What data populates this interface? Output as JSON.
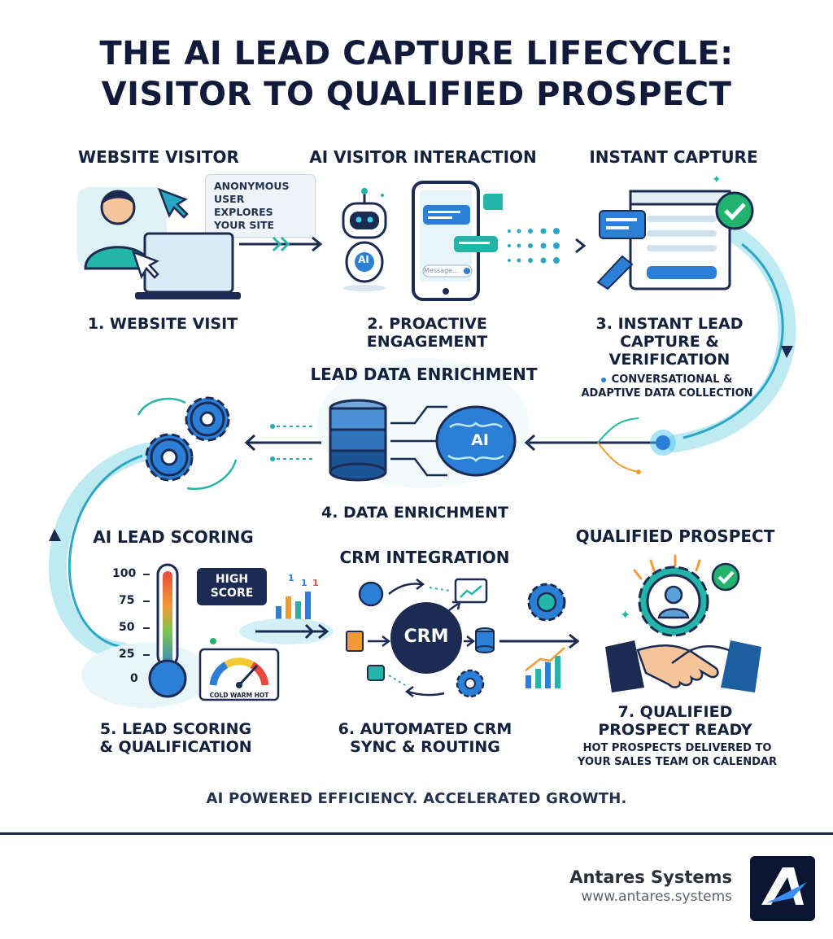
{
  "title": {
    "line1": "THE AI LEAD CAPTURE LIFECYCLE:",
    "line2": "VISITOR TO QUALIFIED PROSPECT"
  },
  "stages": {
    "visitor": {
      "header": "WEBSITE VISITOR",
      "bubble": [
        "ANONYMOUS",
        "USER EXPLORES",
        "YOUR SITE"
      ],
      "step": "1. WEBSITE VISIT"
    },
    "interaction": {
      "header": "AI VISITOR INTERACTION",
      "robot_label": "AI",
      "input_placeholder": "Message...",
      "step": [
        "2. PROACTIVE",
        "ENGAGEMENT"
      ]
    },
    "capture": {
      "header": "INSTANT CAPTURE",
      "step": [
        "3. INSTANT LEAD",
        "CAPTURE &",
        "VERIFICATION"
      ],
      "note": [
        "CONVERSATIONAL &",
        "ADAPTIVE DATA COLLECTION"
      ]
    },
    "enrichment": {
      "header": "LEAD DATA ENRICHMENT",
      "brain_label": "AI",
      "step": "4. DATA ENRICHMENT"
    },
    "scoring": {
      "header": "AI LEAD SCORING",
      "ticks": [
        "100",
        "75",
        "50",
        "25",
        "0"
      ],
      "badge": [
        "HIGH",
        "SCORE"
      ],
      "gauge_labels": "COLD WARM HOT",
      "bar_labels": [
        "1",
        "1",
        "1"
      ],
      "step": [
        "5. LEAD SCORING",
        "& QUALIFICATION"
      ]
    },
    "crm": {
      "header": "CRM INTEGRATION",
      "hub_label": "CRM",
      "step": [
        "6. AUTOMATED CRM",
        "SYNC & ROUTING"
      ]
    },
    "prospect": {
      "header": "QUALIFIED PROSPECT",
      "step": [
        "7. QUALIFIED",
        "PROSPECT READY"
      ],
      "note": [
        "HOT PROSPECTS DELIVERED TO",
        "YOUR SALES TEAM OR CALENDAR"
      ]
    }
  },
  "tagline": "AI POWERED EFFICIENCY. ACCELERATED GROWTH.",
  "brand": {
    "name": "Antares Systems",
    "url": "www.antares.systems"
  },
  "colors": {
    "navy": "#1b2b52",
    "teal": "#23b5a8",
    "blue": "#2b7fd6",
    "light_blue": "#bfeaf2",
    "green": "#22b46e",
    "orange": "#f29b35"
  }
}
